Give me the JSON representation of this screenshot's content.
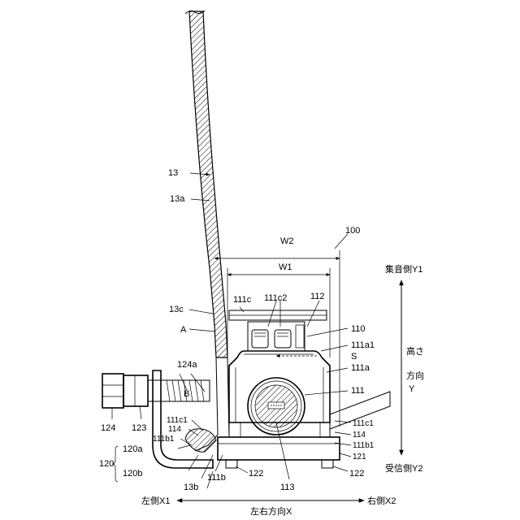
{
  "labels": {
    "l100": "100",
    "l13": "13",
    "l13a": "13a",
    "l13c": "13c",
    "l13b": "13b",
    "lA": "A",
    "lB": "B",
    "lW2": "W2",
    "lW1": "W1",
    "l111c": "111c",
    "l111c2": "111c2",
    "l112": "112",
    "l110": "110",
    "l111a1": "111a1",
    "lS": "S",
    "l111a": "111a",
    "l111": "111",
    "l124a": "124a",
    "l124": "124",
    "l123": "123",
    "l111c1_left": "111c1",
    "l114_left": "114",
    "l111b1_left": "111b1",
    "l120": "120",
    "l120a": "120a",
    "l120b": "120b",
    "l111b": "111b",
    "l122_left": "122",
    "l113": "113",
    "l122_right": "122",
    "l111c1_right": "111c1",
    "l114_right": "114",
    "l111b1_right": "111b1",
    "l121": "121",
    "dir_y1": "集音側Y1",
    "dir_y2": "受信側Y2",
    "dir_height_a": "高さ",
    "dir_height_b": "方向",
    "dir_height_c": "Y",
    "dir_x1": "左側X1",
    "dir_x2": "右側X2",
    "dir_x": "左右方向X"
  }
}
